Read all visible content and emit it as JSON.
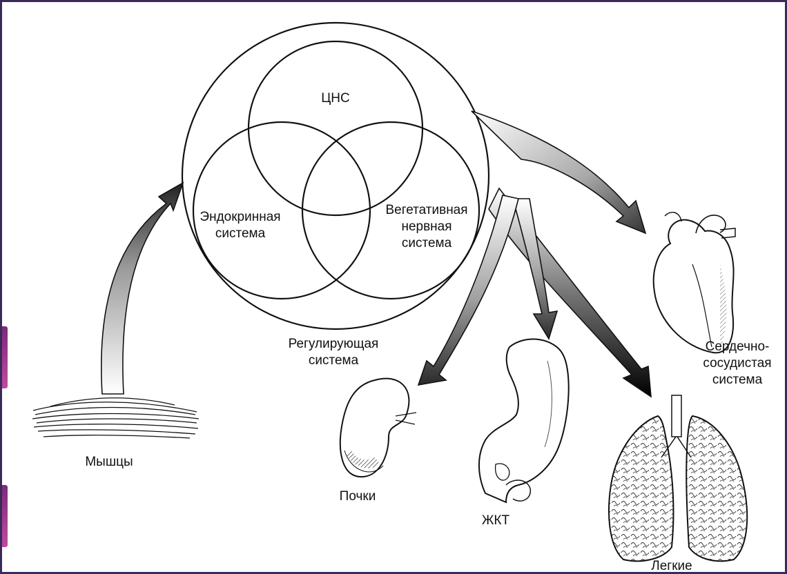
{
  "diagram": {
    "labels": {
      "cns": "ЦНС",
      "endocrine_line1": "Эндокринная",
      "endocrine_line2": "система",
      "autonomic_line1": "Вегетативная",
      "autonomic_line2": "нервная",
      "autonomic_line3": "система",
      "regulating_line1": "Регулирующая",
      "regulating_line2": "система",
      "muscles": "Мышцы",
      "kidneys": "Почки",
      "gi_tract": "ЖКТ",
      "cardio_line1": "Сердечно-",
      "cardio_line2": "сосудистая",
      "cardio_line3": "система",
      "lungs": "Легкие"
    },
    "colors": {
      "line": "#111111",
      "frame": "#3a2a5a",
      "accent_deco": "#9b3b8c"
    },
    "icons": [
      "muscle-icon",
      "kidney-icon",
      "stomach-icon",
      "heart-icon",
      "lungs-icon"
    ]
  }
}
